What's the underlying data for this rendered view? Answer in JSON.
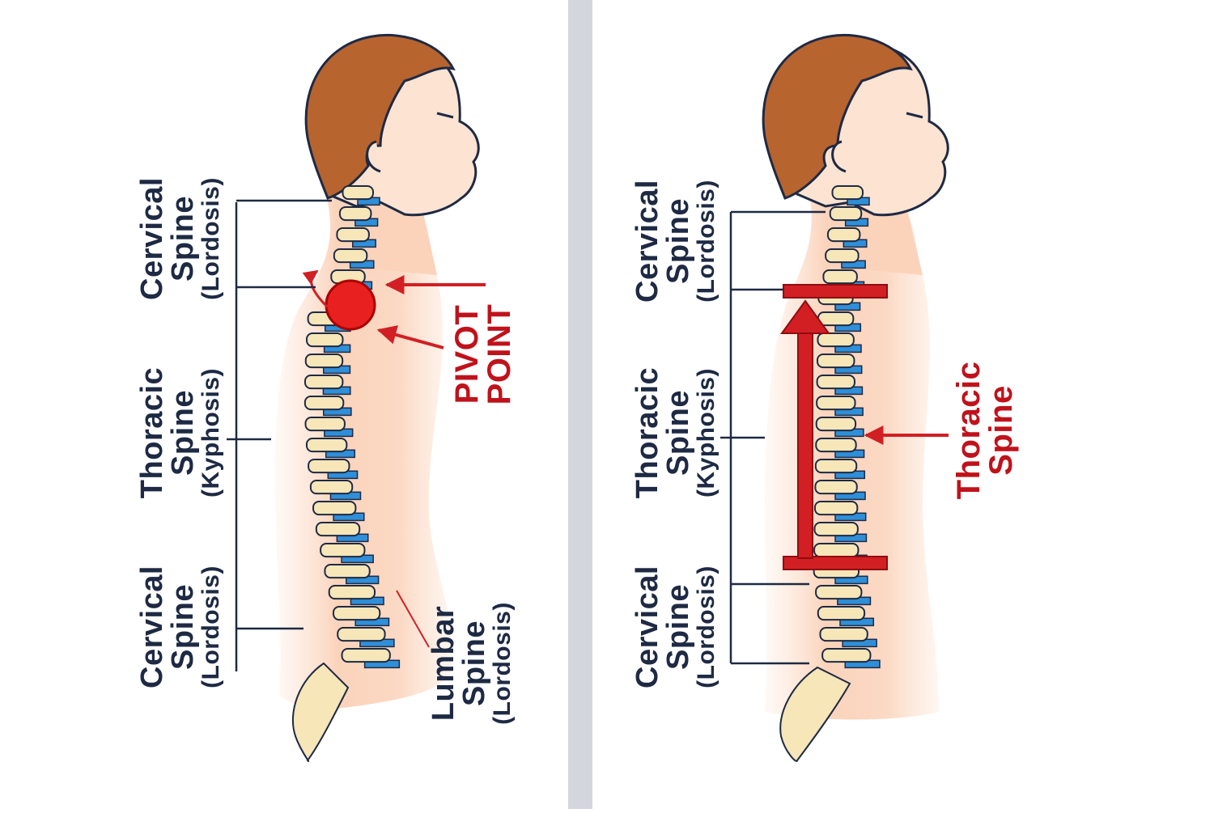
{
  "left_panel": {
    "labels": {
      "cervical": {
        "line1": "Cervical",
        "line2": "Spine",
        "line3": "(Lordosis)"
      },
      "thoracic": {
        "line1": "Thoracic",
        "line2": "Spine",
        "line3": "(Kyphosis)"
      },
      "cervical_lower": {
        "line1": "Cervical",
        "line2": "Spine",
        "line3": "(Lordosis)"
      },
      "lumbar": {
        "line1": "Lumbar",
        "line2": "Spine",
        "line3": "(Lordosis)"
      }
    },
    "callout": {
      "line1": "PIVOT",
      "line2": "POINT"
    }
  },
  "right_panel": {
    "labels": {
      "cervical": {
        "line1": "Cervical",
        "line2": "Spine",
        "line3": "(Lordosis)"
      },
      "thoracic": {
        "line1": "Thoracic",
        "line2": "Spine",
        "line3": "(Kyphosis)"
      },
      "cervical_lower": {
        "line1": "Cervical",
        "line2": "Spine",
        "line3": "(Lordosis)"
      }
    },
    "callout": {
      "line1": "Thoracic",
      "line2": "Spine"
    }
  },
  "colors": {
    "skin": "#fbd9c4",
    "hair": "#b8642f",
    "bone": "#f6e6b8",
    "disc": "#2f8fd8",
    "accent_red": "#d21f24",
    "divider": "#d3d6dc",
    "ink": "#1e2a44"
  }
}
